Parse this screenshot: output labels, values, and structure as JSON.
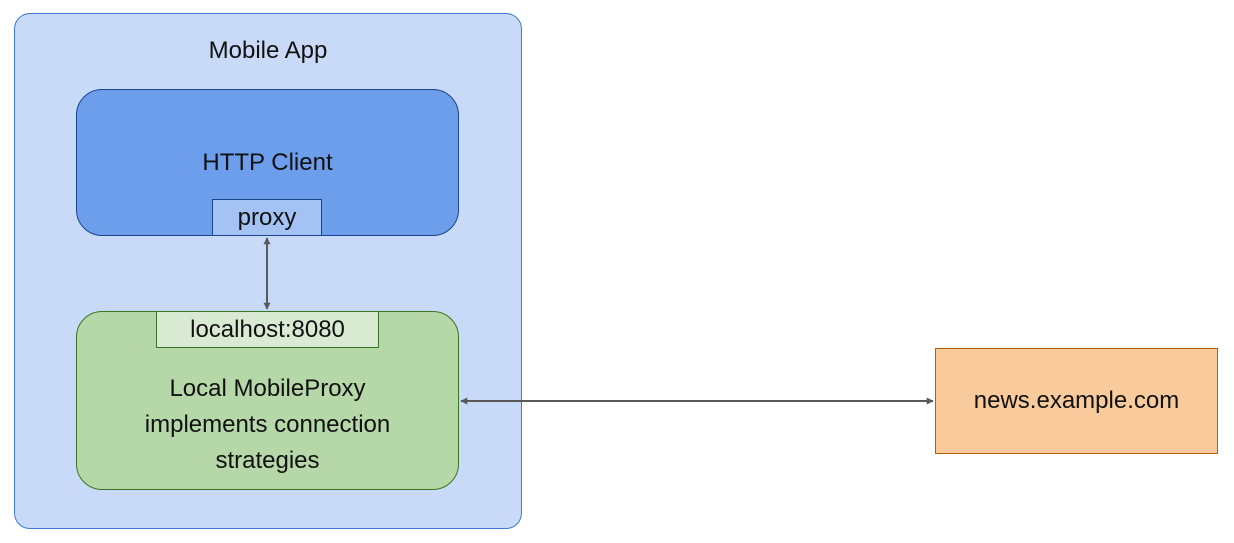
{
  "mobile_app": {
    "label": "Mobile App"
  },
  "http_client": {
    "label": "HTTP Client",
    "proxy_label": "proxy"
  },
  "local_proxy": {
    "port_label": "localhost:8080",
    "lines": [
      "Local MobileProxy",
      "implements connection",
      "strategies"
    ]
  },
  "server": {
    "label": "news.example.com"
  },
  "colors": {
    "app_fill": "#c9daf8",
    "app_border": "#3c78d8",
    "client_fill": "#6d9eeb",
    "proxy_tab_fill": "#a4c2f4",
    "local_proxy_fill": "#b6d7a8",
    "port_tab_fill": "#d9ead3",
    "server_fill": "#f9cb9c",
    "arrow": "#595959"
  }
}
